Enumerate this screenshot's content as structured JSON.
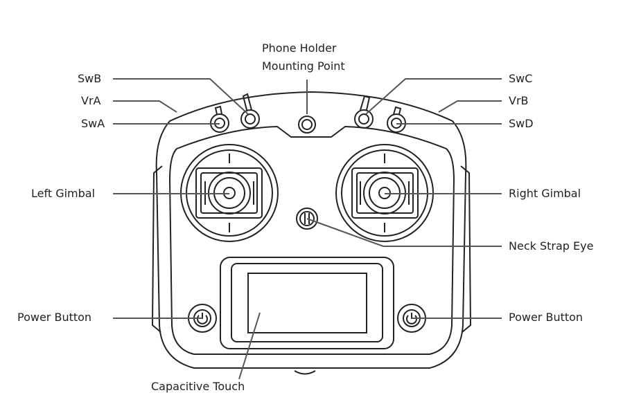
{
  "labels": {
    "phone_holder_1": "Phone Holder",
    "phone_holder_2": "Mounting Point",
    "swb": "SwB",
    "vra": "VrA",
    "swa": "SwA",
    "swc": "SwC",
    "vrb": "VrB",
    "swd": "SwD",
    "left_gimbal": "Left Gimbal",
    "right_gimbal": "Right Gimbal",
    "neck_strap_eye": "Neck Strap Eye",
    "power_button_left": "Power Button",
    "power_button_right": "Power Button",
    "capacitive_touch": "Capacitive Touch"
  },
  "colors": {
    "line": "#555555",
    "outline": "#222222"
  }
}
